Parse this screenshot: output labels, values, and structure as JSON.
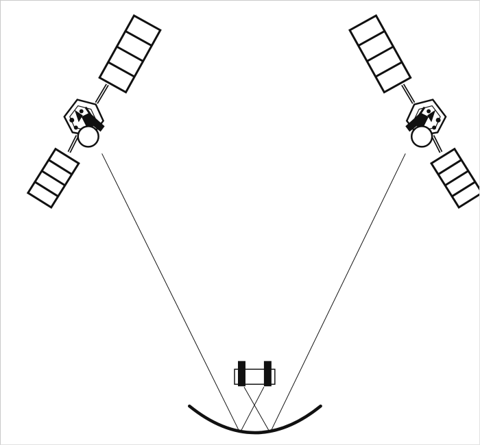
{
  "diagram": {
    "type": "satellite-dual-feed-illustration",
    "colors": {
      "stroke": "#111111",
      "background": "#ffffff",
      "frame": "#c9c9c9"
    },
    "elements": [
      {
        "id": "left-satellite",
        "icon": "satellite-icon"
      },
      {
        "id": "right-satellite",
        "icon": "satellite-icon"
      },
      {
        "id": "dish-reflector",
        "icon": "dish-icon"
      },
      {
        "id": "dual-lnb-feed",
        "icon": "lnb-icon"
      },
      {
        "id": "left-signal-beam",
        "icon": "beam-line"
      },
      {
        "id": "right-signal-beam",
        "icon": "beam-line"
      }
    ]
  }
}
